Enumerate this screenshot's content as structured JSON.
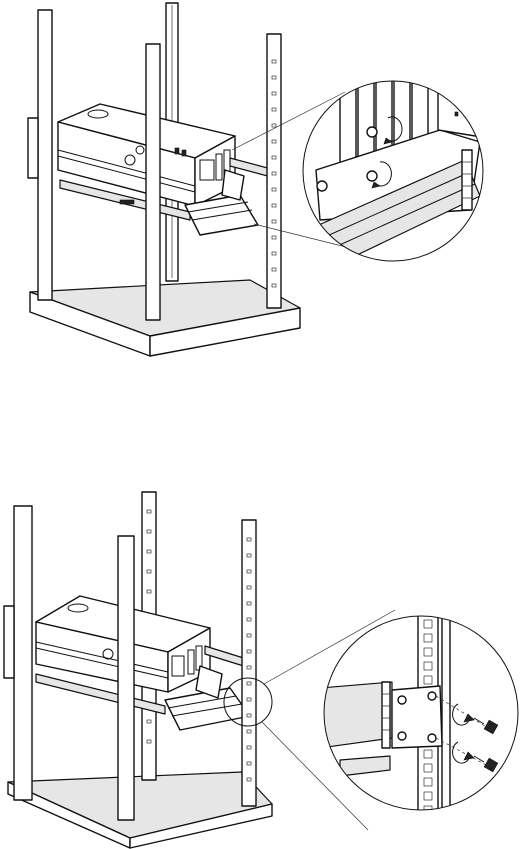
{
  "figure": {
    "description_labels": [],
    "panels": [
      {
        "id": "top",
        "step": "secure-cable-management-bracket-to-chassis"
      },
      {
        "id": "bottom",
        "step": "secure-bracket-to-rear-rack-post"
      }
    ]
  }
}
